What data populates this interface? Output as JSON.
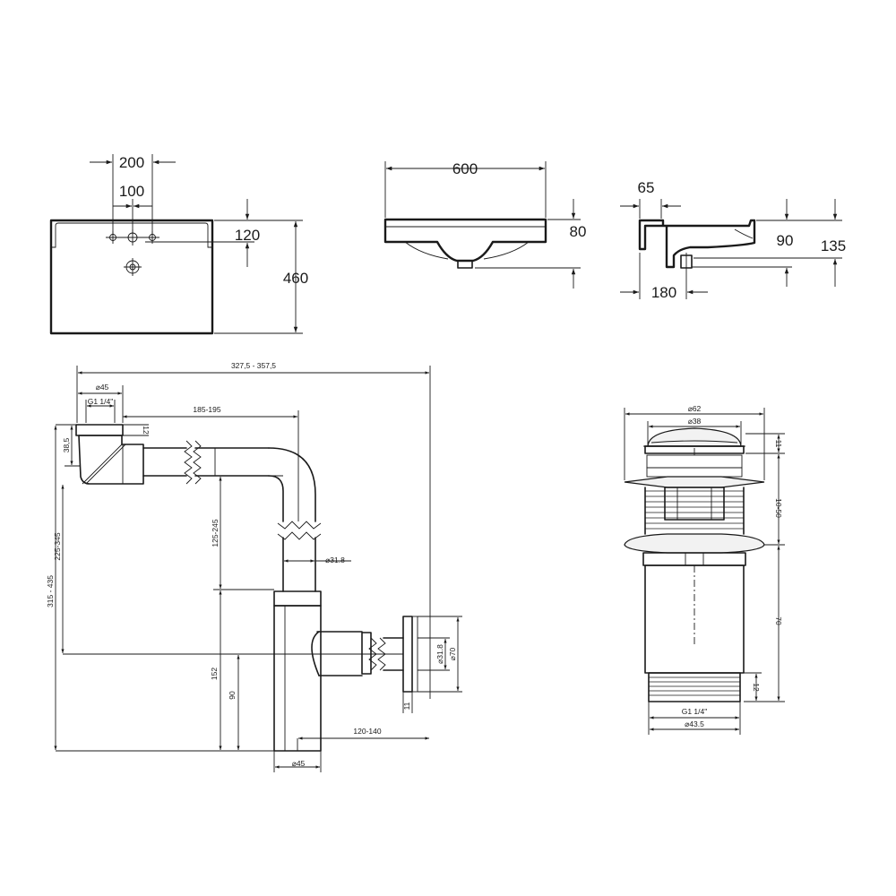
{
  "basin_top": {
    "dim_200": "200",
    "dim_100": "100",
    "dim_120": "120",
    "dim_460": "460"
  },
  "basin_front": {
    "dim_600": "600",
    "dim_80": "80"
  },
  "basin_side": {
    "dim_65": "65",
    "dim_90": "90",
    "dim_135": "135",
    "dim_180": "180"
  },
  "siphon": {
    "overall_width": "327,5 - 357,5",
    "inlet_dia": "⌀45",
    "inlet_thread": "G1 1/4\"",
    "inlet_cap": "12",
    "inlet_height": "38,5",
    "horizontal_len": "185-195",
    "vertical_adjust": "125-245",
    "pipe_dia": "⌀31.8",
    "inlet_to_outlet": "225-345",
    "overall_height": "315 - 435",
    "trap_height": "152",
    "outlet_height": "90",
    "outlet_pipe_dia": "⌀31.8",
    "rosette_dia": "⌀70",
    "rosette_thickness": "11",
    "outlet_reach": "120-140",
    "trap_dia": "⌀45"
  },
  "drain": {
    "cap_dia": "⌀62",
    "cap_inner_dia": "⌀38",
    "cap_height": "11",
    "clamp_range": "10-50",
    "body_height": "70",
    "thread_len": "12",
    "thread": "G1 1/4\"",
    "thread_dia": "⌀43.5"
  }
}
